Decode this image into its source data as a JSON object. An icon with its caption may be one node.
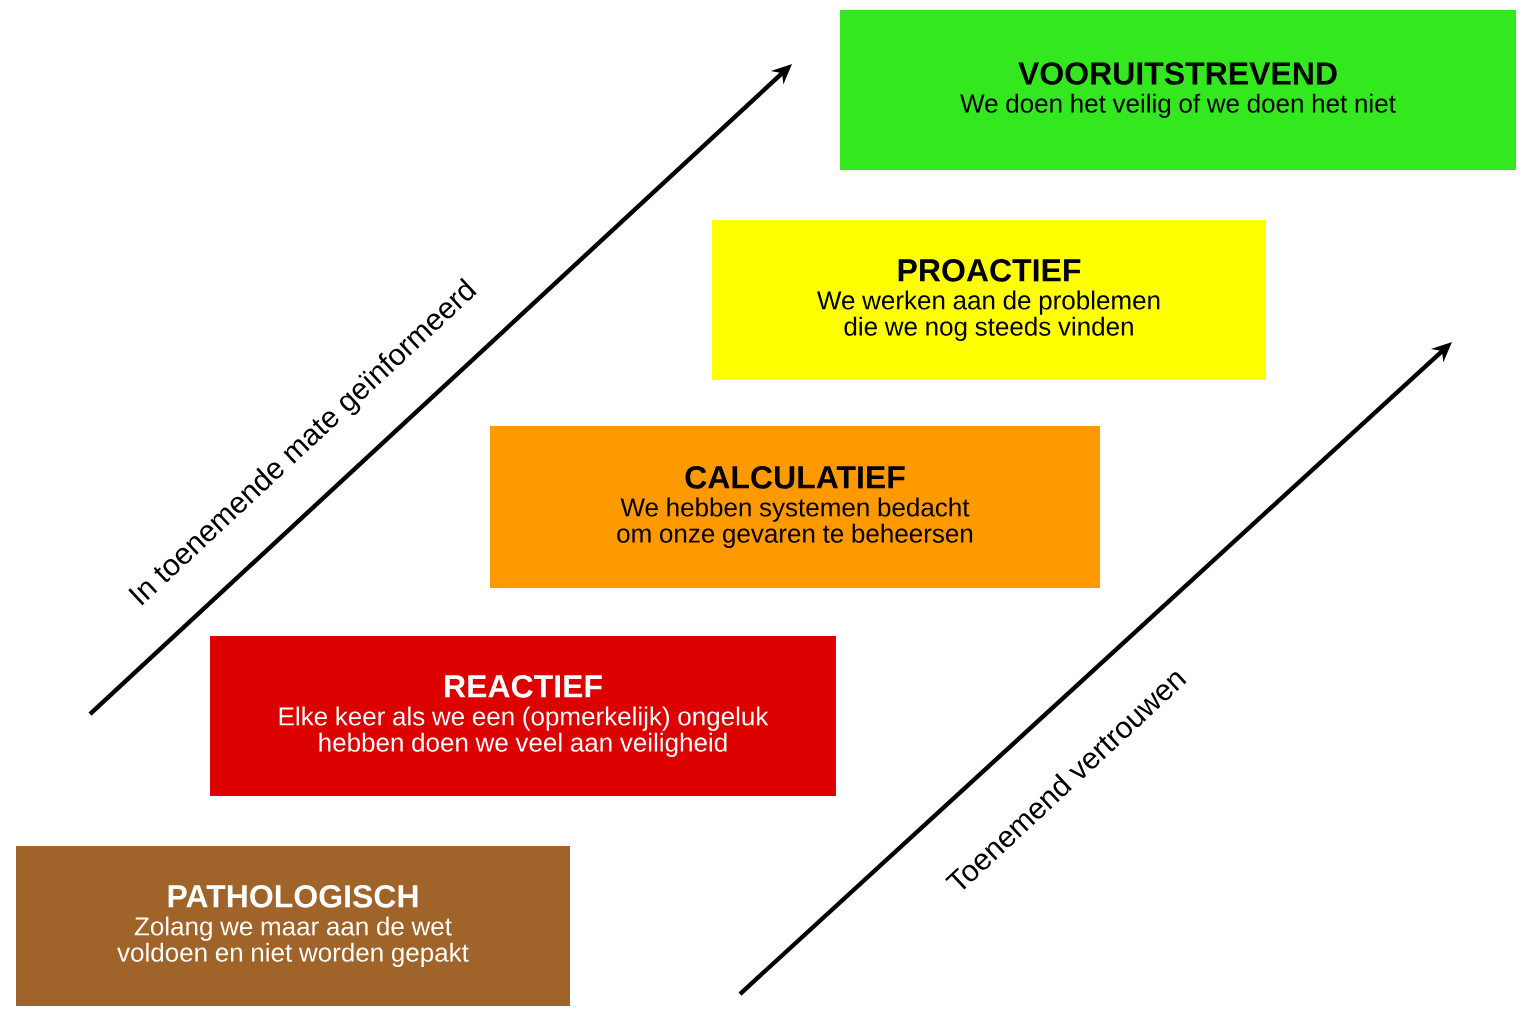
{
  "diagram": {
    "nodes": [
      {
        "text": [
          "VOORUITSTREVEND",
          "We doen het veilig of we doen het niet"
        ]
      },
      {
        "text": [
          "PROACTIEF",
          "We werken aan de problemen die we nog steeds vinden"
        ]
      },
      {
        "text": [
          "CALCULATIEF",
          "We hebben systemen bedacht om onze gevaren te beheersen"
        ]
      },
      {
        "text": [
          "REACTIEF",
          "Elke keer als we een (opmerkelijk) ongeluk hebben doen we veel aan veiligheid"
        ]
      },
      {
        "text": [
          "PATHOLOGISCH",
          "Zolang we maar aan de wet voldoen en niet worden gepakt"
        ]
      }
    ],
    "labels": [
      "In toenemende mate geïnformeerd",
      "Toenemend vertrouwen"
    ]
  }
}
